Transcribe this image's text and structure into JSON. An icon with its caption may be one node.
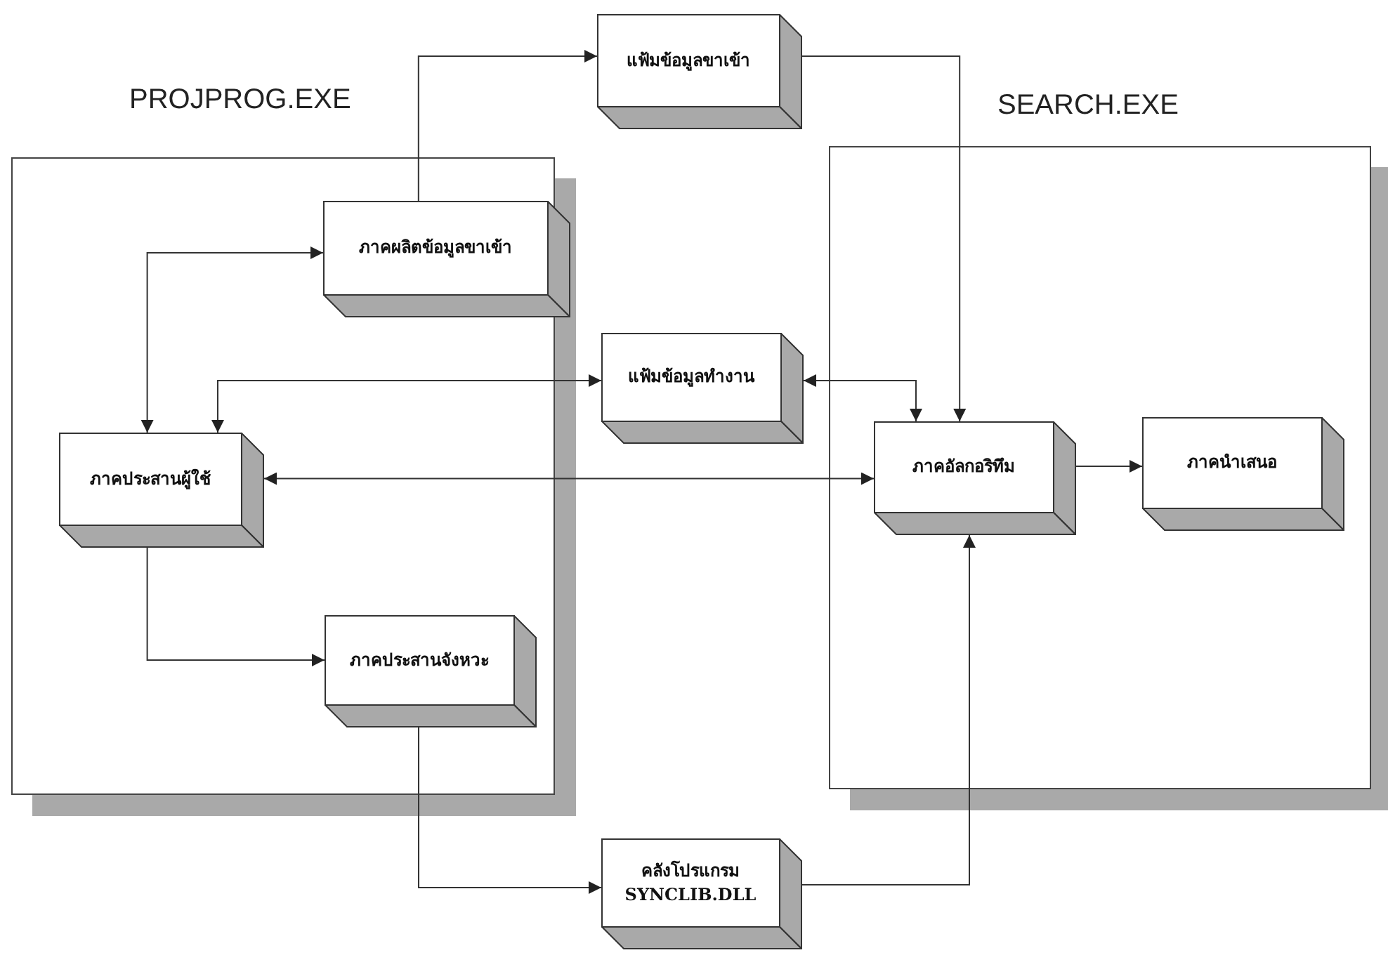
{
  "diagram": {
    "nodes": [
      {
        "text": [
          "PROJPROG.EXE"
        ]
      },
      {
        "text": [
          "ภาคผลิตข้อมูลขาเข้า"
        ],
        "in": 0
      },
      {
        "text": [
          "ภาคประสานผู้ใช้"
        ],
        "in": 0
      },
      {
        "text": [
          "ภาคประสานจังหวะ"
        ],
        "in": 0
      },
      {
        "text": [
          "แฟ้มข้อมูลขาเข้า"
        ]
      },
      {
        "text": [
          "แฟ้มข้อมูลทำงาน"
        ]
      },
      {
        "text": [
          "SEARCH.EXE"
        ]
      },
      {
        "text": [
          "ภาคอัลกอริทึม"
        ],
        "in": 6
      },
      {
        "text": [
          "ภาคนำเสนอ"
        ],
        "in": 6
      },
      {
        "text": [
          "คลังโปรแกรม SYNCLIB.DLL"
        ]
      }
    ],
    "edges": [
      {
        "from": 2,
        "to": 1,
        "arrow": "both"
      },
      {
        "from": 1,
        "to": 4,
        "arrow": "to"
      },
      {
        "from": 4,
        "to": 7,
        "arrow": "to"
      },
      {
        "from": 2,
        "to": 5,
        "arrow": "both"
      },
      {
        "from": 5,
        "to": 7,
        "arrow": "both"
      },
      {
        "from": 2,
        "to": 7,
        "arrow": "both"
      },
      {
        "from": 7,
        "to": 8,
        "arrow": "to"
      },
      {
        "from": 2,
        "to": 3,
        "arrow": "to"
      },
      {
        "from": 3,
        "to": 9,
        "arrow": "to"
      },
      {
        "from": 9,
        "to": 7,
        "arrow": "to"
      }
    ]
  }
}
